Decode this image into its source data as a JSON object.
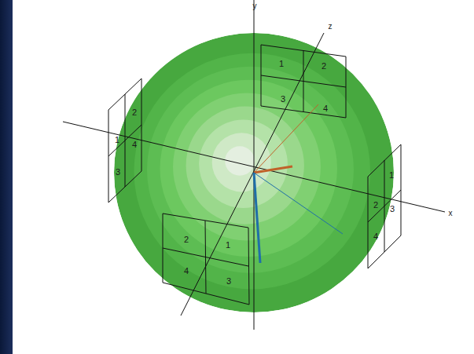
{
  "diagram": {
    "labels": [
      "y",
      "z",
      "1",
      "2",
      "3",
      "4",
      "2",
      "1",
      "4",
      "3",
      "1",
      "2",
      "3",
      "4",
      "x",
      "2",
      "1",
      "4",
      "3"
    ]
  }
}
